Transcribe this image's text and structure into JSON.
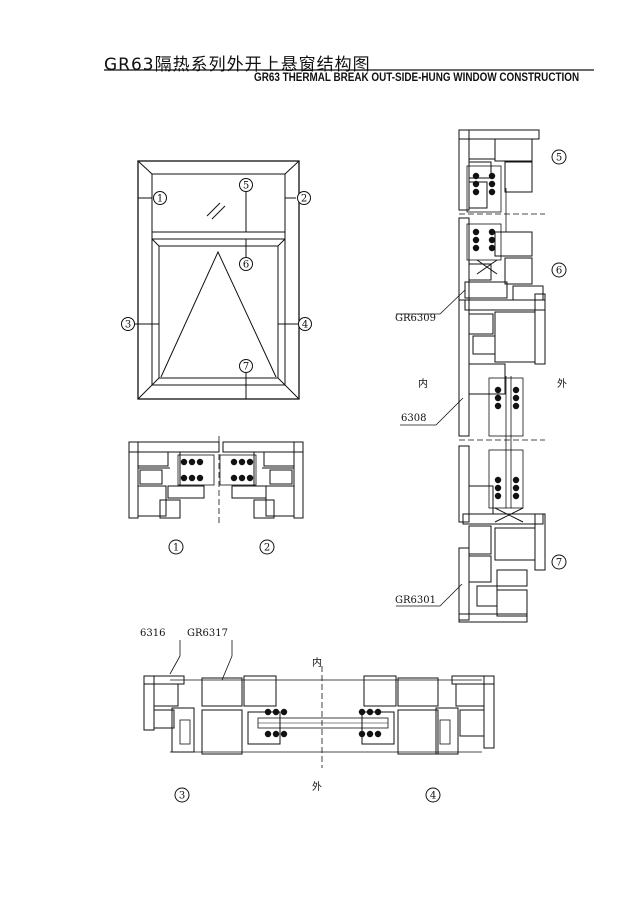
{
  "header": {
    "title_cn": "GR63隔热系列外开上悬窗结构图",
    "title_en": "GR63 THERMAL BREAK OUT-SIDE-HUNG WINDOW CONSTRUCTION"
  },
  "elevation": {
    "markers": [
      "1",
      "2",
      "3",
      "4",
      "5",
      "6",
      "7"
    ]
  },
  "section_12": {
    "markers": [
      "1",
      "2"
    ]
  },
  "section_34": {
    "markers": [
      "3",
      "4"
    ],
    "part_labels": [
      "6316",
      "GR6317"
    ],
    "side_in": "内",
    "side_out": "外"
  },
  "vertical_section": {
    "markers": [
      "5",
      "6",
      "7"
    ],
    "part_labels": [
      "GR6309",
      "6308",
      "GR6301"
    ],
    "side_in": "内",
    "side_out": "外"
  },
  "colors": {
    "line": "#111111",
    "background": "#ffffff"
  }
}
